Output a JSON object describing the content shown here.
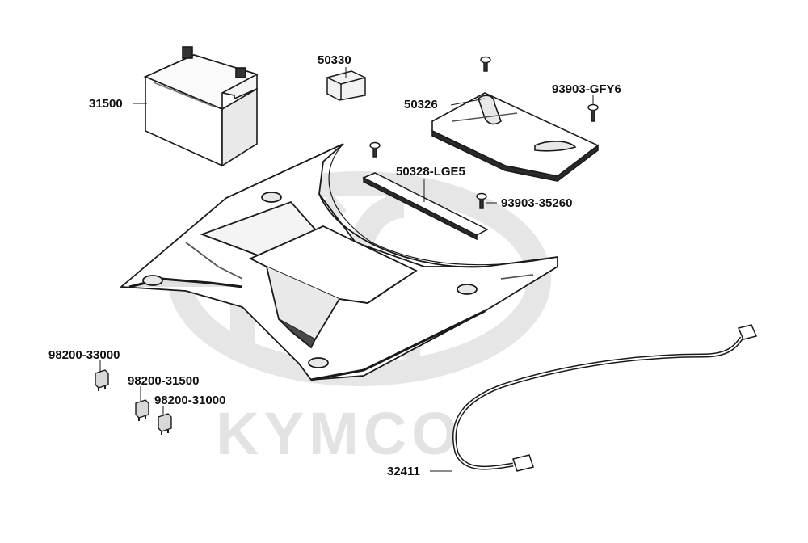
{
  "watermark": {
    "brand_text": "KYMCO",
    "color": "#e3e3e3"
  },
  "colors": {
    "line": "#1a1a1a",
    "shade": "#3a3a3a",
    "fill_light": "#f7f7f7"
  },
  "parts": [
    {
      "id": "battery",
      "label": "31500"
    },
    {
      "id": "battery-pad",
      "label": "50330"
    },
    {
      "id": "battery-cover",
      "label": "50326"
    },
    {
      "id": "cover-screw",
      "label": "93903-GFY6"
    },
    {
      "id": "strap",
      "label": "50328-LGE5"
    },
    {
      "id": "strap-screw",
      "label": "93903-35260"
    },
    {
      "id": "fuse-30a",
      "label": "98200-33000"
    },
    {
      "id": "fuse-15a",
      "label": "98200-31500"
    },
    {
      "id": "fuse-10a",
      "label": "98200-31000"
    },
    {
      "id": "ground-cable",
      "label": "32411"
    }
  ]
}
